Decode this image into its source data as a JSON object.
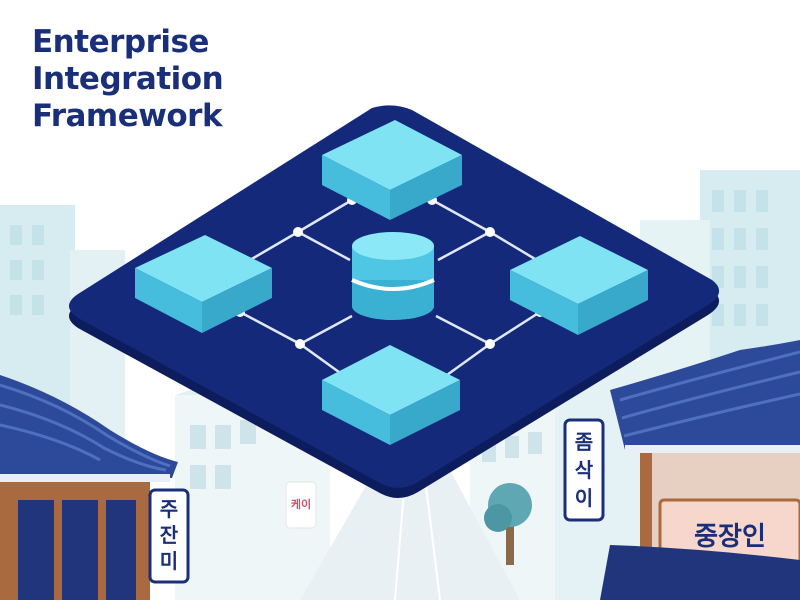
{
  "title_lines": [
    "Enterprise",
    "Integration",
    "Framework"
  ],
  "signs": {
    "left_vertical": [
      "주",
      "잔",
      "미"
    ],
    "small_sign": "케이",
    "right_vertical": [
      "좀",
      "삭",
      "이"
    ],
    "right_banner": "중장인"
  },
  "colors": {
    "title": "#1a2f7a",
    "platform": "#14297a",
    "platform_edge": "#0c1c5c",
    "module": "#5ad3ec",
    "connector": "#dfe8ff",
    "sky_buildings": "#d8eef2",
    "roof_tiles": "#2d4a9a"
  },
  "diagram": {
    "nodes": [
      "module-top",
      "module-left",
      "module-right",
      "module-bottom",
      "database-center"
    ],
    "links": [
      [
        "module-top",
        "module-left"
      ],
      [
        "module-top",
        "module-right"
      ],
      [
        "module-left",
        "module-bottom"
      ],
      [
        "module-right",
        "module-bottom"
      ]
    ]
  }
}
